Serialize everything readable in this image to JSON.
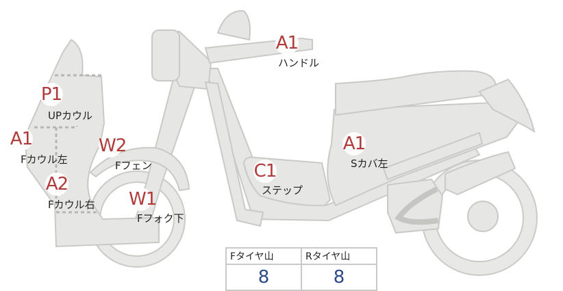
{
  "parts": {
    "handle": {
      "grade": "A1",
      "label": "ハンドル"
    },
    "up_cowl": {
      "grade": "P1",
      "label": "UPカウル"
    },
    "f_cowl_left": {
      "grade": "A1",
      "label": "Fカウル左"
    },
    "f_cowl_right": {
      "grade": "A2",
      "label": "Fカウル右"
    },
    "f_fender": {
      "grade": "W2",
      "label": "Fフェン"
    },
    "f_fork_lower": {
      "grade": "W1",
      "label": "Fフォク下"
    },
    "step": {
      "grade": "C1",
      "label": "ステップ"
    },
    "s_cover_left": {
      "grade": "A1",
      "label": "Sカバ左"
    }
  },
  "tire_table": {
    "headers": [
      "Fタイヤ山",
      "Rタイヤ山"
    ],
    "values": [
      "8",
      "8"
    ]
  }
}
